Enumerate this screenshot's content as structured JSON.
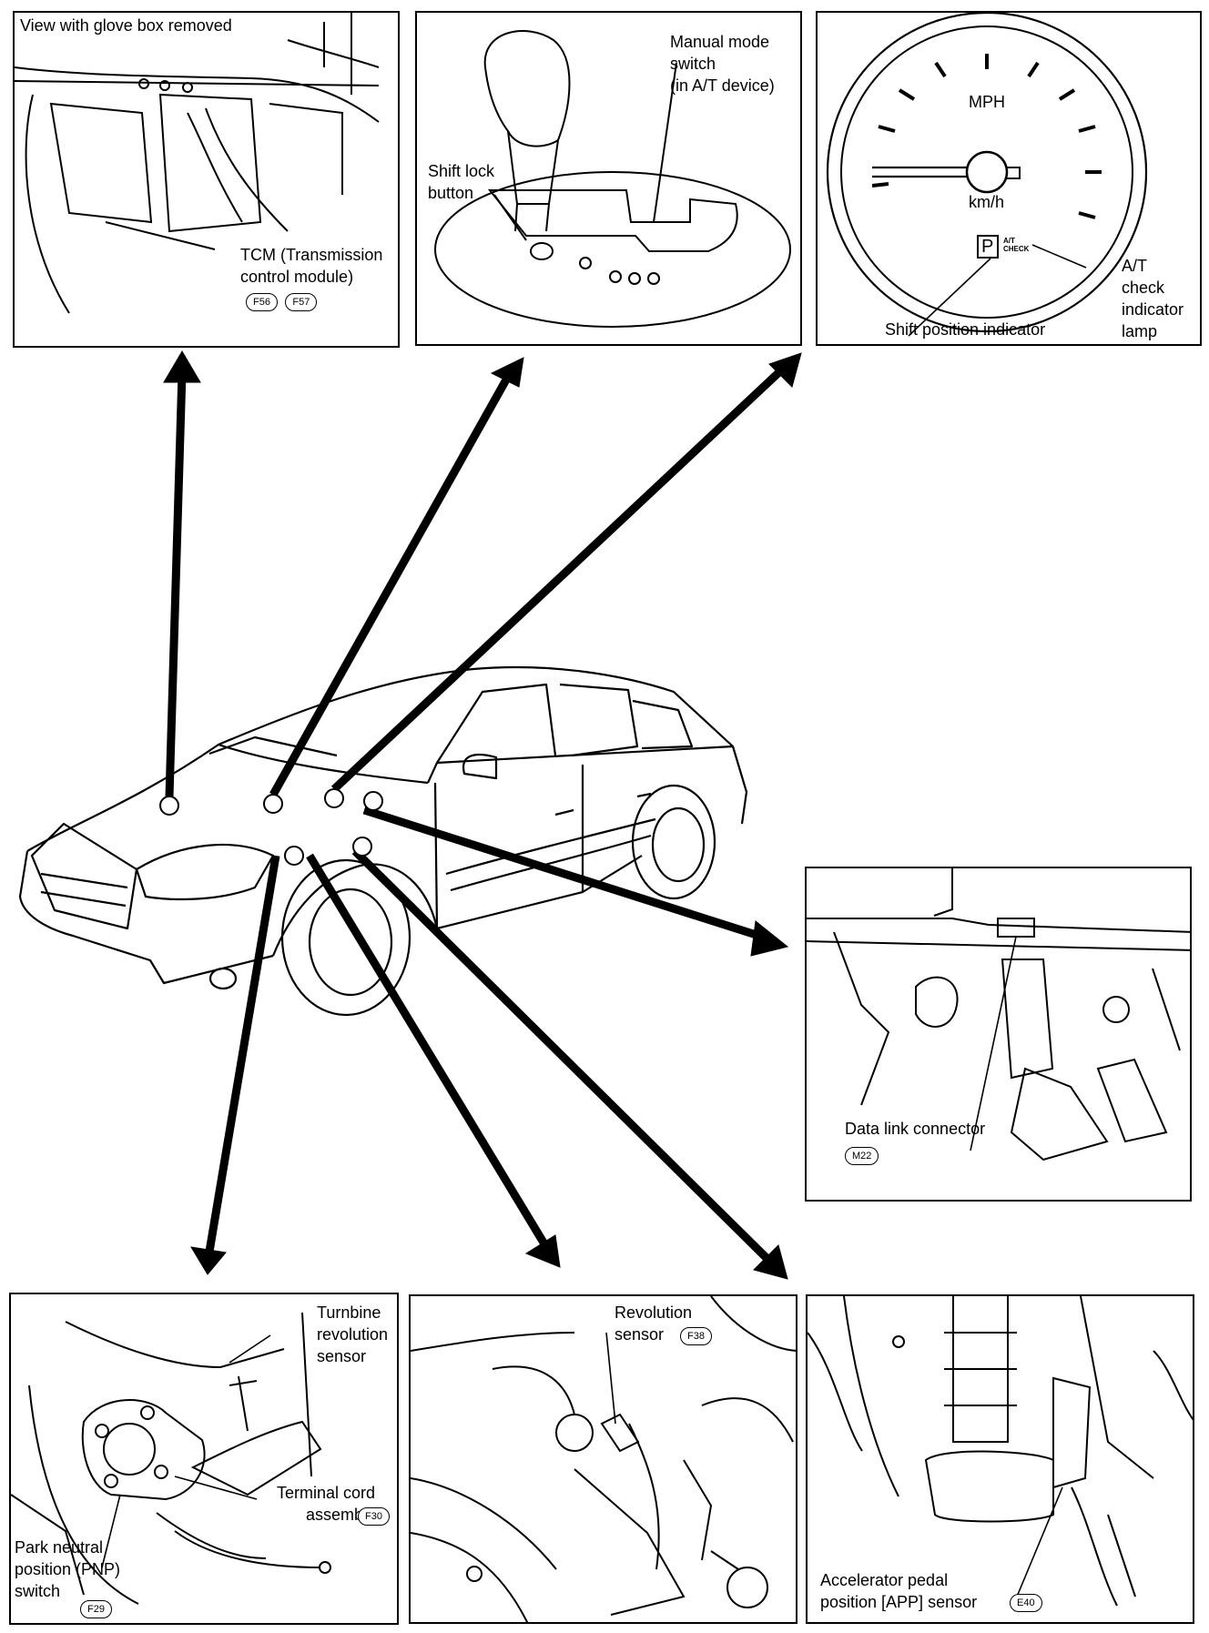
{
  "panels": {
    "tcm": {
      "title": "View with glove box removed",
      "label": "TCM (Transmission\ncontrol module)",
      "connectors": [
        "F56",
        "F57"
      ]
    },
    "shifter": {
      "manual_mode": "Manual mode\nswitch\n(in A/T device)",
      "shift_lock": "Shift lock\nbutton"
    },
    "gauge": {
      "mph": "MPH",
      "kmh": "km/h",
      "p_symbol": "P",
      "at_check_small": "A/T\nCHECK",
      "at_lamp": "A/T\ncheck\nindicator\nlamp",
      "shift_indicator": "Shift position indicator"
    },
    "dlc": {
      "label": "Data link connector",
      "connector": "M22"
    },
    "pnp": {
      "turbine": "Turnbine\nrevolution\nsensor",
      "terminal": "Terminal cord\nassembly",
      "terminal_connector": "F30",
      "pnp": "Park neutral\nposition (PNP)\nswitch",
      "pnp_connector": "F29"
    },
    "revolution": {
      "label": "Revolution\nsensor",
      "connector": "F38"
    },
    "app": {
      "label": "Accelerator pedal\nposition [APP] sensor",
      "connector": "E40"
    }
  }
}
